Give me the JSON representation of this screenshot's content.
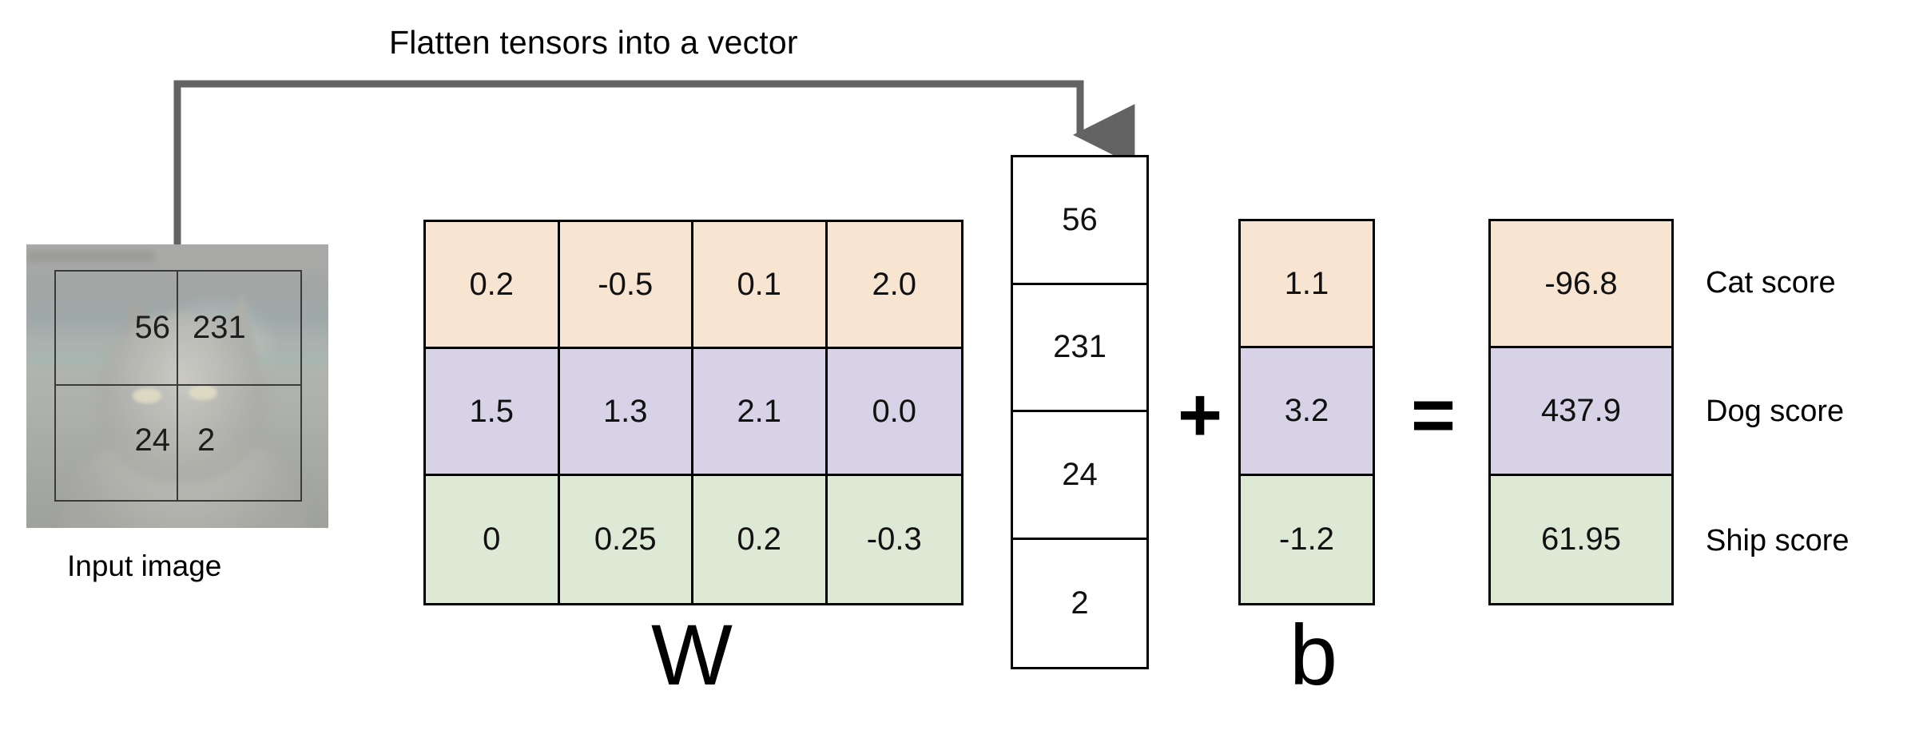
{
  "title": "Flatten tensors into a vector",
  "input": {
    "caption": "Input image",
    "grid_values": [
      "56",
      "231",
      "24",
      "2"
    ],
    "alt": "grayscale photo of a tabby cat overlaid with a 2x2 grid"
  },
  "weights": {
    "label": "W",
    "rows": [
      {
        "name": "cat",
        "color": "#F7E4D1",
        "values": [
          "0.2",
          "-0.5",
          "0.1",
          "2.0"
        ]
      },
      {
        "name": "dog",
        "color": "#D8D2E7",
        "values": [
          "1.5",
          "1.3",
          "2.1",
          "0.0"
        ]
      },
      {
        "name": "ship",
        "color": "#DDE8D5",
        "values": [
          "0",
          "0.25",
          "0.2",
          "-0.3"
        ]
      }
    ]
  },
  "flattened_vector": {
    "values": [
      "56",
      "231",
      "24",
      "2"
    ]
  },
  "operators": {
    "plus": "+",
    "equals": "="
  },
  "bias": {
    "label": "b",
    "rows": [
      {
        "name": "cat",
        "color": "#F7E4D1",
        "value": "1.1"
      },
      {
        "name": "dog",
        "color": "#D8D2E7",
        "value": "3.2"
      },
      {
        "name": "ship",
        "color": "#DDE8D5",
        "value": "-1.2"
      }
    ]
  },
  "scores": {
    "rows": [
      {
        "name": "cat",
        "color": "#F7E4D1",
        "value": "-96.8",
        "label": "Cat score"
      },
      {
        "name": "dog",
        "color": "#D8D2E7",
        "value": "437.9",
        "label": "Dog score"
      },
      {
        "name": "ship",
        "color": "#DDE8D5",
        "value": "61.95",
        "label": "Ship score"
      }
    ]
  },
  "arrow": {
    "name": "flatten-arrow",
    "color": "#636363"
  }
}
